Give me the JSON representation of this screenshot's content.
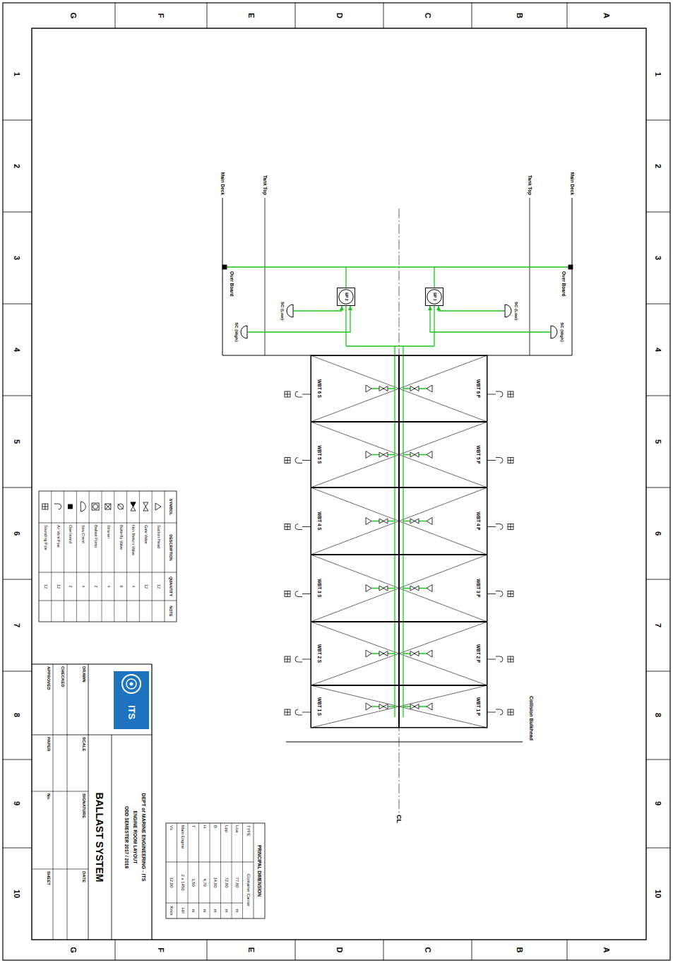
{
  "diagram": {
    "title": "BALLAST SYSTEM",
    "nodes": [
      {
        "text": [
          "BP 1"
        ]
      },
      {
        "text": [
          "BP 2"
        ]
      },
      {
        "text": [
          "SC (Low)"
        ]
      },
      {
        "text": [
          "SC (High)"
        ]
      },
      {
        "text": [
          "SC (Low)"
        ]
      },
      {
        "text": [
          "SC (High)"
        ]
      },
      {
        "text": [
          "WBT 6 P"
        ]
      },
      {
        "text": [
          "WBT 6 S"
        ]
      },
      {
        "text": [
          "WBT 5 P"
        ]
      },
      {
        "text": [
          "WBT 5 S"
        ]
      },
      {
        "text": [
          "WBT 4 P"
        ]
      },
      {
        "text": [
          "WBT 4 S"
        ]
      },
      {
        "text": [
          "WBT 3 P"
        ]
      },
      {
        "text": [
          "WBT 3 S"
        ]
      },
      {
        "text": [
          "WBT 2 P"
        ]
      },
      {
        "text": [
          "WBT 2 S"
        ]
      },
      {
        "text": [
          "WBT 1 P"
        ]
      },
      {
        "text": [
          "WBT 1 S"
        ]
      }
    ],
    "edges": [
      {
        "from": 2,
        "to": 0,
        "arrow": "to"
      },
      {
        "from": 3,
        "to": 0,
        "arrow": "to"
      },
      {
        "from": 4,
        "to": 1,
        "arrow": "to"
      },
      {
        "from": 5,
        "to": 1,
        "arrow": "to"
      }
    ],
    "labels": [
      "1",
      "2",
      "3",
      "4",
      "5",
      "6",
      "7",
      "8",
      "9",
      "10",
      "1",
      "2",
      "3",
      "4",
      "5",
      "6",
      "7",
      "8",
      "9",
      "10",
      "A",
      "B",
      "C",
      "D",
      "E",
      "F",
      "G",
      "A",
      "B",
      "C",
      "D",
      "E",
      "F",
      "G",
      "Main Deck",
      "Tank Top",
      "Tank Top",
      "Main Deck",
      "Over Board",
      "Over Board",
      "Collision Bulkhead",
      "CL",
      "SYMBOL",
      "DESCRIPTION",
      "QUANTITY",
      "NOTE",
      "Suction Head",
      "12",
      "Gate Valve",
      "12",
      "Non Return Valve",
      "4",
      "Butterfly Valve",
      "6",
      "Strainer",
      "4",
      "Ballast Pump",
      "2",
      "Sea Chest",
      "4",
      "Overboard",
      "2",
      "Air Vent Pipe",
      "12",
      "Sounding Pipe",
      "12",
      "PRINCIPAL DIMENSION",
      "TYPE",
      "Container Carrier",
      "Loa",
      "77,80",
      "m",
      "Lpp",
      "72,80",
      "m",
      "B",
      "14,80",
      "m",
      "H",
      "4,70",
      "m",
      "T",
      "3,50",
      "m",
      "Main Engine",
      "2 x 1450",
      "HP",
      "Vs",
      "12,00",
      "Knot",
      "DEPT of MARINE ENGINEERING - ITS",
      "ENGINE ROOM LAYOUT",
      "ODD SEMESTER 2017 / 2018",
      "ITS",
      "DRAWN",
      "SCALE",
      "SIGNATURE",
      "DATE",
      "CHECKED",
      "APPROVED",
      "PAPER",
      "No.",
      "SHEET"
    ]
  }
}
